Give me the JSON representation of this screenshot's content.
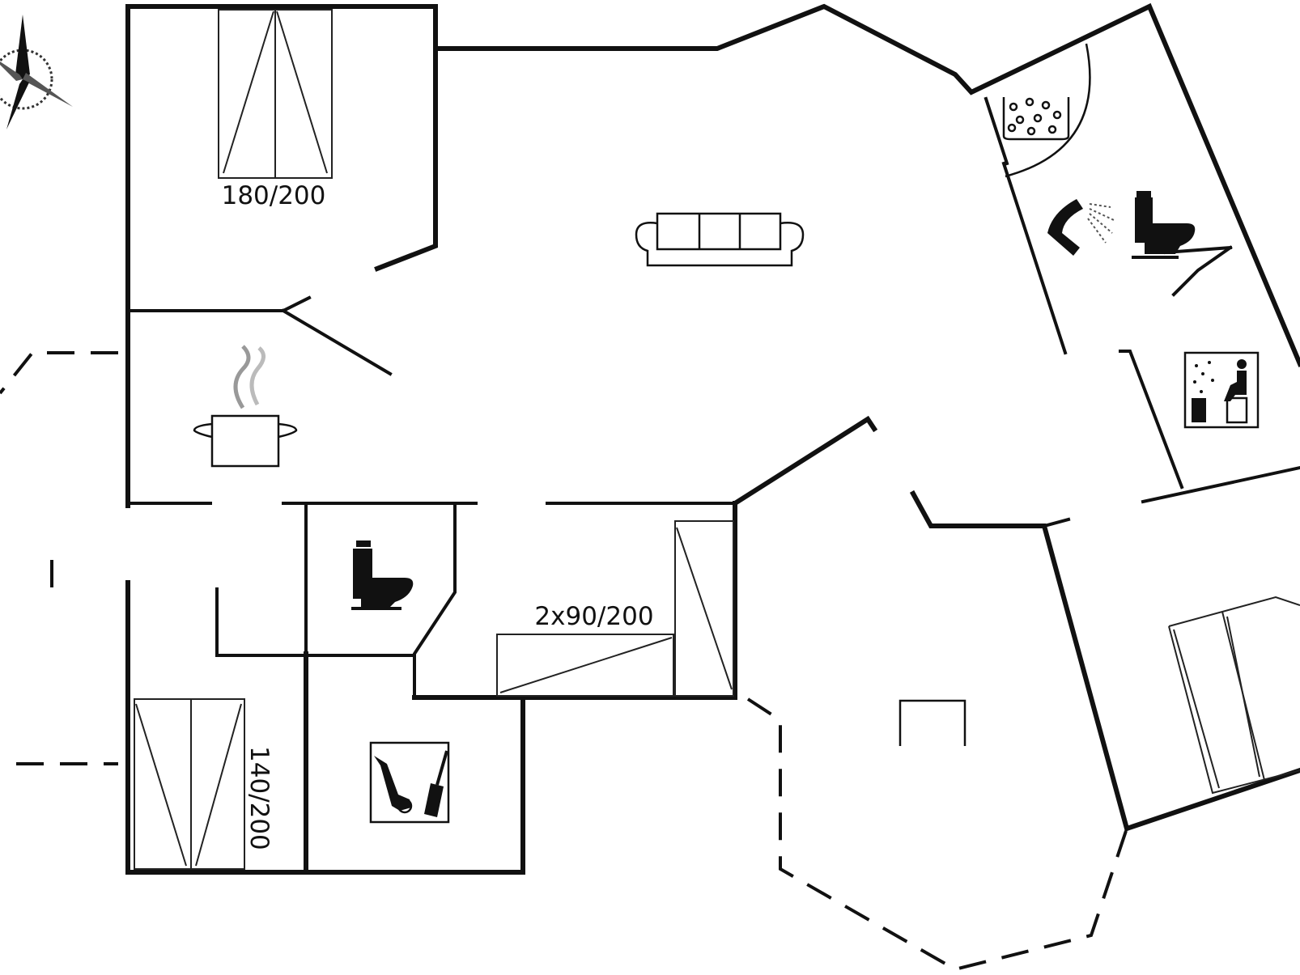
{
  "floor_plan": {
    "bed_labels": {
      "master_bedroom": "180/200",
      "twin_bedroom": "2x90/200",
      "small_bedroom": "140/200"
    },
    "room_icons": [
      "compass-icon",
      "double-bed-icon",
      "sofa-icon",
      "cooking-pot-icon",
      "whirlpool-bath-icon",
      "shower-icon",
      "toilet-icon",
      "sauna-icon",
      "utility-cleaning-icon",
      "table-icon"
    ]
  }
}
